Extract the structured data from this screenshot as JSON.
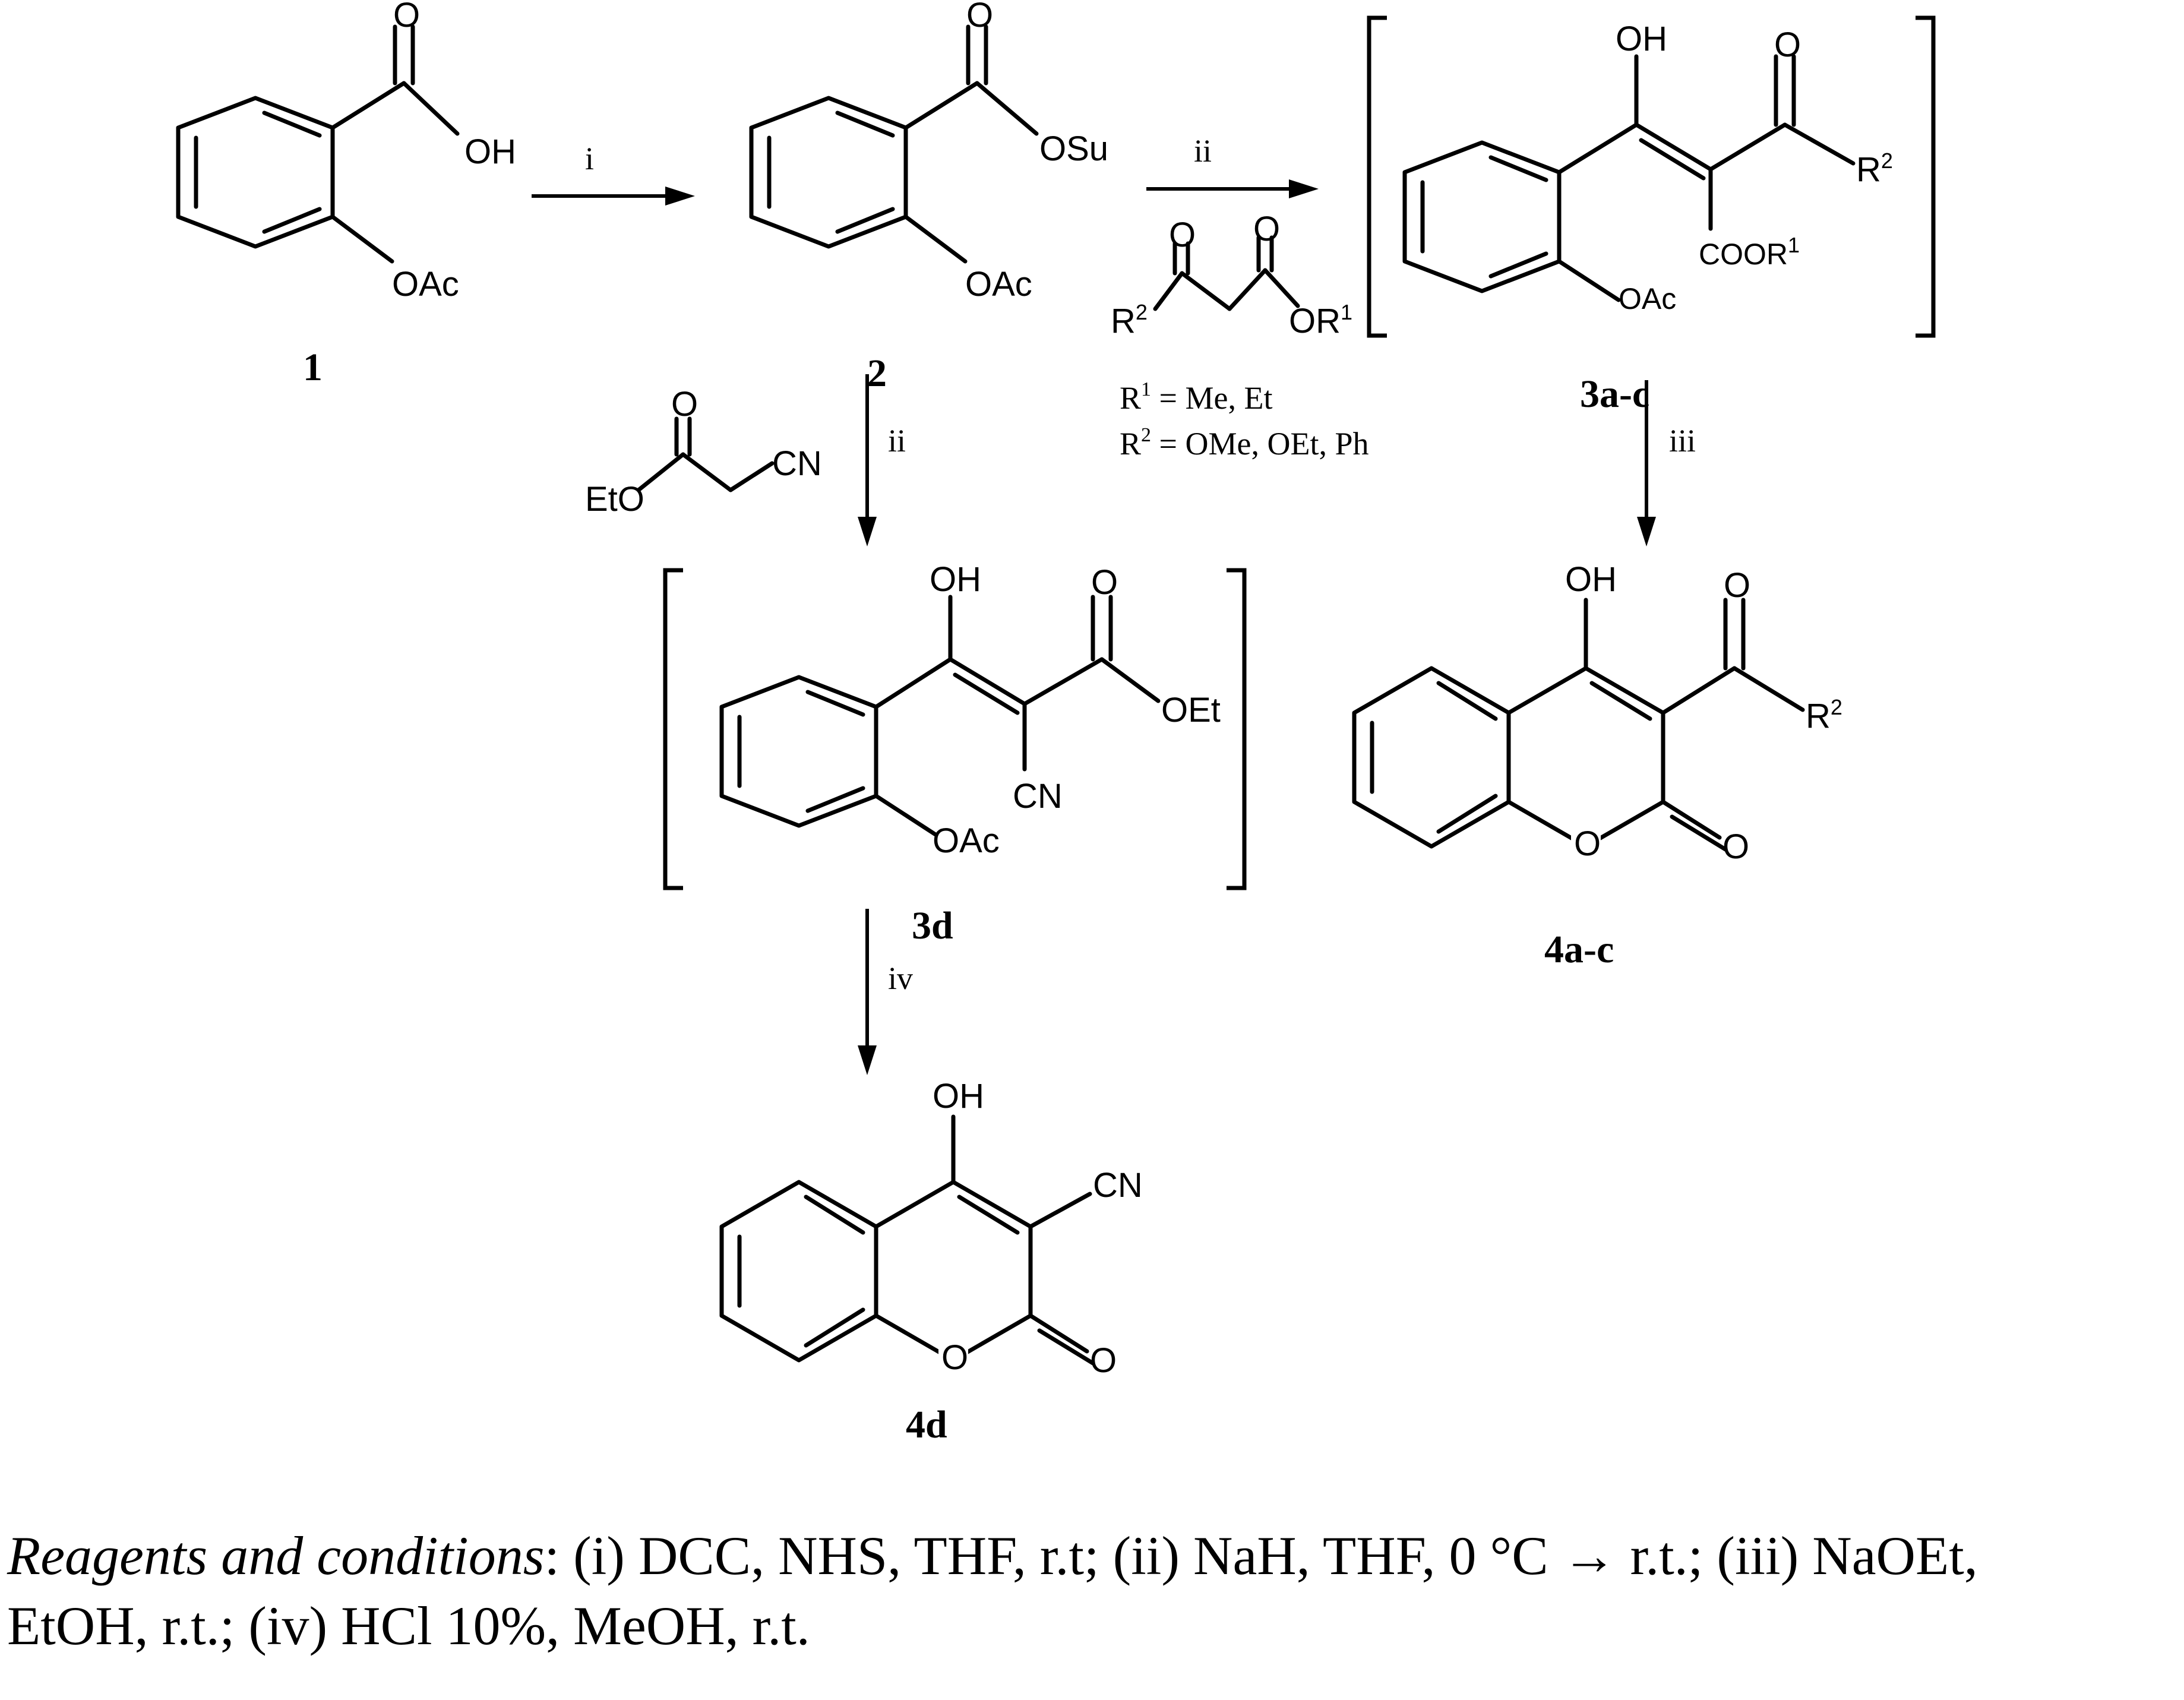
{
  "compounds": {
    "c1": "1",
    "c2": "2",
    "c3ac": "3a-c",
    "c3d": "3d",
    "c4ac": "4a-c",
    "c4d": "4d"
  },
  "steps": {
    "i": "i",
    "ii_top": "ii",
    "ii_down": "ii",
    "iii": "iii",
    "iv": "iv"
  },
  "groups": {
    "oh": "OH",
    "oac": "OAc",
    "osu": "OSu",
    "eto": "EtO",
    "oet": "OEt",
    "cn": "CN",
    "o": "O",
    "r": "R",
    "coor": "COOR",
    "sup1": "1",
    "sup2": "2"
  },
  "conditions": {
    "r1_label": "R",
    "r1_sup": "1",
    "r1_text": " = Me, Et",
    "r2_label": "R",
    "r2_sup": "2",
    "r2_text": " = OMe, OEt, Ph"
  },
  "caption": {
    "lead": "Reagents and conditions",
    "line1": ": (i) DCC, NHS, THF, r.t; (ii) NaH, THF, 0 °C → r.t.; (iii) NaOEt,",
    "line2": "EtOH, r.t.; (iv) HCl 10%, MeOH, r.t."
  }
}
